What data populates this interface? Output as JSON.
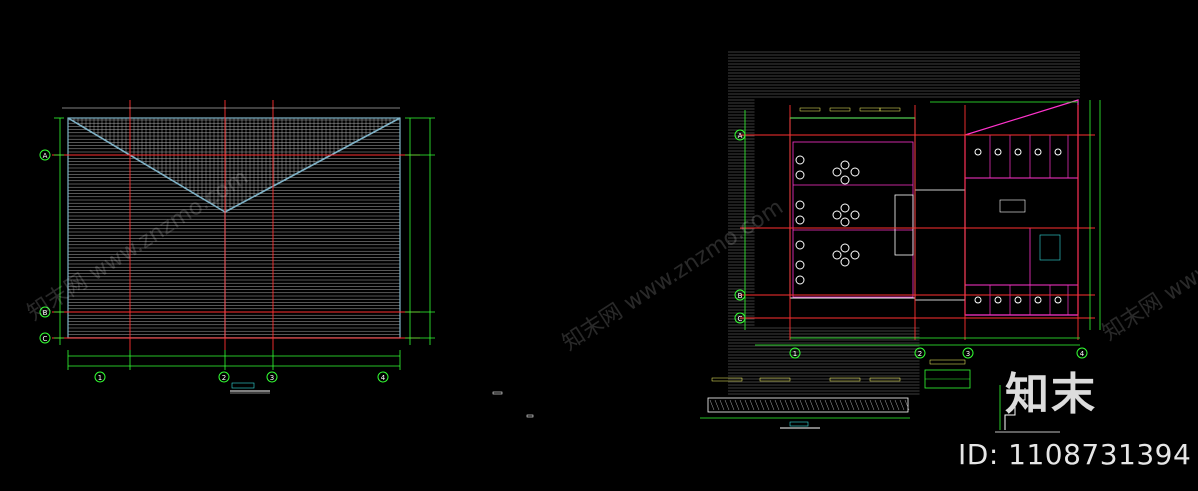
{
  "drawing": {
    "background": "#000000",
    "colors": {
      "roof_line": "#7fb3c8",
      "grid_red": "#ff3030",
      "wall_magenta": "#ff33cc",
      "dim_green": "#33ff33",
      "text_white": "#ffffff",
      "hatch": "#bfbfbf",
      "cyan": "#33dddd",
      "yellow": "#ffff66"
    },
    "left_plan": {
      "axis_numbers": [
        "1",
        "2",
        "3",
        "4"
      ],
      "axis_letters": [
        "A",
        "B",
        "C"
      ]
    },
    "right_plan": {
      "axis_numbers": [
        "1",
        "2",
        "3",
        "4"
      ],
      "axis_letters": [
        "A",
        "B",
        "C"
      ]
    }
  },
  "watermark": {
    "text": "知末网 www.znzmo.com"
  },
  "brand": {
    "logo": "知末",
    "id_label": "ID: 1108731394"
  }
}
